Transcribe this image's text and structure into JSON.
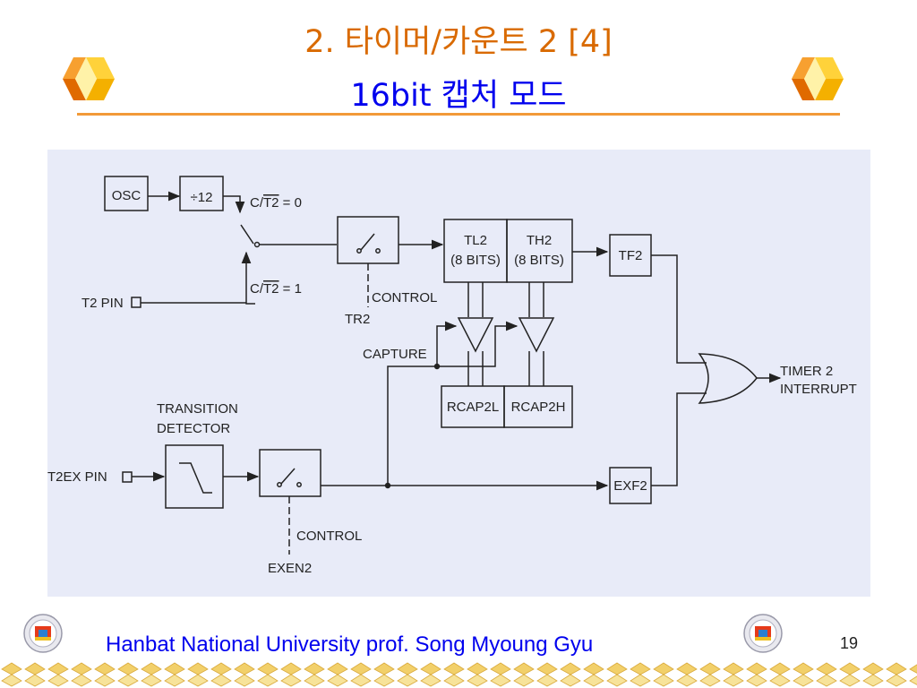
{
  "slide": {
    "title_line1": "2. 타이머/카운트 2 [4]",
    "title_line2": "16bit 캡처 모드",
    "footer": "Hanbat National University prof. Song Myoung Gyu",
    "page_number": "19",
    "colors": {
      "title_orange": "#d96a00",
      "title_blue": "#0000ee",
      "rule": "#f29a38",
      "panel": "#e8ebf8"
    }
  },
  "diagram": {
    "osc": "OSC",
    "div12": "÷12",
    "ct2_0_a": "C/",
    "ct2_0_b": "T2",
    "ct2_0_c": " = 0",
    "ct2_1_a": "C/",
    "ct2_1_b": "T2",
    "ct2_1_c": " = 1",
    "t2_pin": "T2 PIN",
    "control_top": "CONTROL",
    "tr2": "TR2",
    "tl2_a": "TL2",
    "tl2_b": "(8 BITS)",
    "th2_a": "TH2",
    "th2_b": "(8 BITS)",
    "tf2": "TF2",
    "capture": "CAPTURE",
    "rcap2l": "RCAP2L",
    "rcap2h": "RCAP2H",
    "timer2_interrupt_a": "TIMER 2",
    "timer2_interrupt_b": "INTERRUPT",
    "transition_a": "TRANSITION",
    "transition_b": "DETECTOR",
    "t2ex_pin": "T2EX PIN",
    "exf2": "EXF2",
    "control_bottom": "CONTROL",
    "exen2": "EXEN2"
  }
}
